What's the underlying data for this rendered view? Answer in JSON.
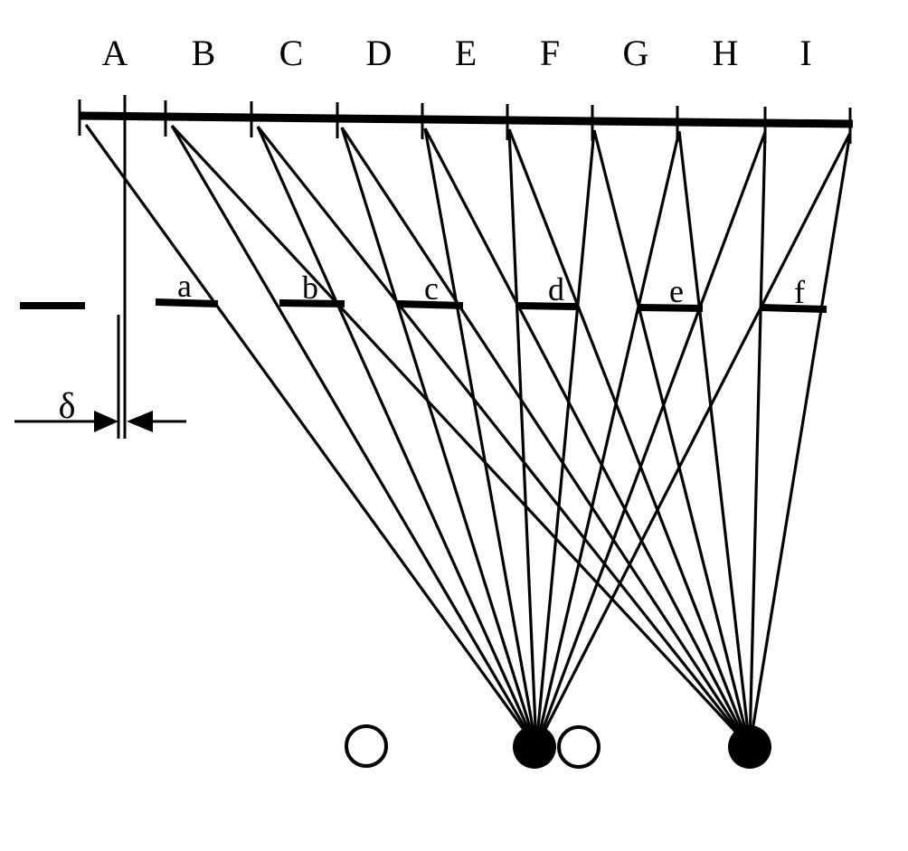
{
  "screen_labels": [
    "A",
    "B",
    "C",
    "D",
    "E",
    "F",
    "G",
    "H",
    "I"
  ],
  "mask_labels": [
    "a",
    "b",
    "c",
    "d",
    "e",
    "f"
  ],
  "delta_label": "δ",
  "colors": {
    "ink": "#000000",
    "background": "#ffffff"
  }
}
